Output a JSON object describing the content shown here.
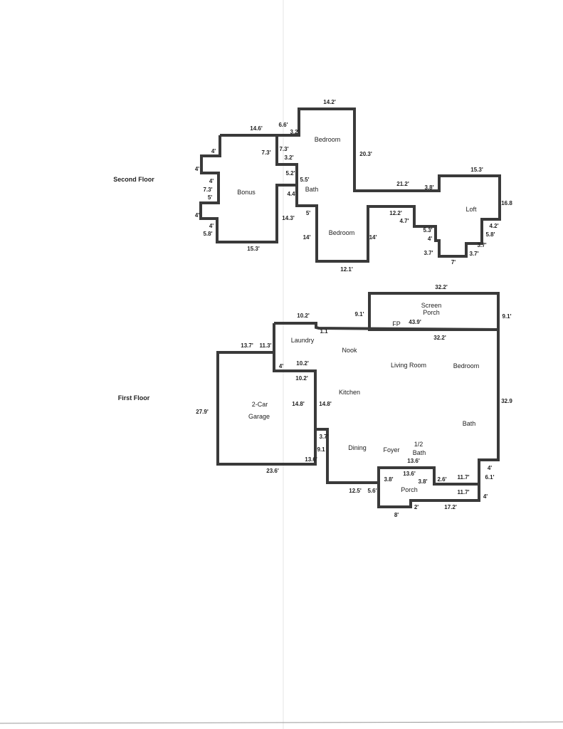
{
  "second_floor": {
    "title": "Second Floor",
    "rooms": [
      "Bedroom",
      "Bath",
      "Bonus",
      "Loft",
      "Bedroom"
    ],
    "dims": [
      "14.2'",
      "14.6'",
      "6.6'",
      "3.2'",
      "4'",
      "7.3'",
      "7.3'",
      "3.2'",
      "20.3'",
      "4'",
      "5.2'",
      "15.3'",
      "4'",
      "5.5'",
      "7.3'",
      "5'",
      "4.4'",
      "21.2'",
      "3.8'",
      "16.8",
      "4'",
      "14.3'",
      "5'",
      "12.2'",
      "4.7'",
      "4'",
      "4.2'",
      "5.8'",
      "14'",
      "14'",
      "5.3'",
      "4'",
      "5.8'",
      "3.7'",
      "3.7'",
      "3.7'",
      "7'",
      "15.3'",
      "12.1'"
    ]
  },
  "first_floor": {
    "title": "First Floor",
    "rooms": [
      "Screen",
      "Porch",
      "FP",
      "Laundry",
      "Nook",
      "Living Room",
      "Bedroom",
      "Kitchen",
      "2-Car",
      "Garage",
      "Bath",
      "1/2",
      "Bath",
      "Dining",
      "Foyer",
      "Porch"
    ],
    "dims": [
      "32.2'",
      "9.1'",
      "9.1'",
      "10.2'",
      "43.9'",
      "1.1",
      "32.2'",
      "13.7'",
      "11.3'",
      "4'",
      "10.2'",
      "10.2'",
      "32.9",
      "14.8'",
      "14.8'",
      "27.9'",
      "3.7'",
      "9.1",
      "13.6'",
      "13.6'",
      "23.6'",
      "4'",
      "3.8'",
      "13.6'",
      "3.8'",
      "2.6'",
      "11.7'",
      "6.1'",
      "12.5'",
      "5.6'",
      "11.7'",
      "4'",
      "2'",
      "17.2'",
      "8'"
    ]
  }
}
